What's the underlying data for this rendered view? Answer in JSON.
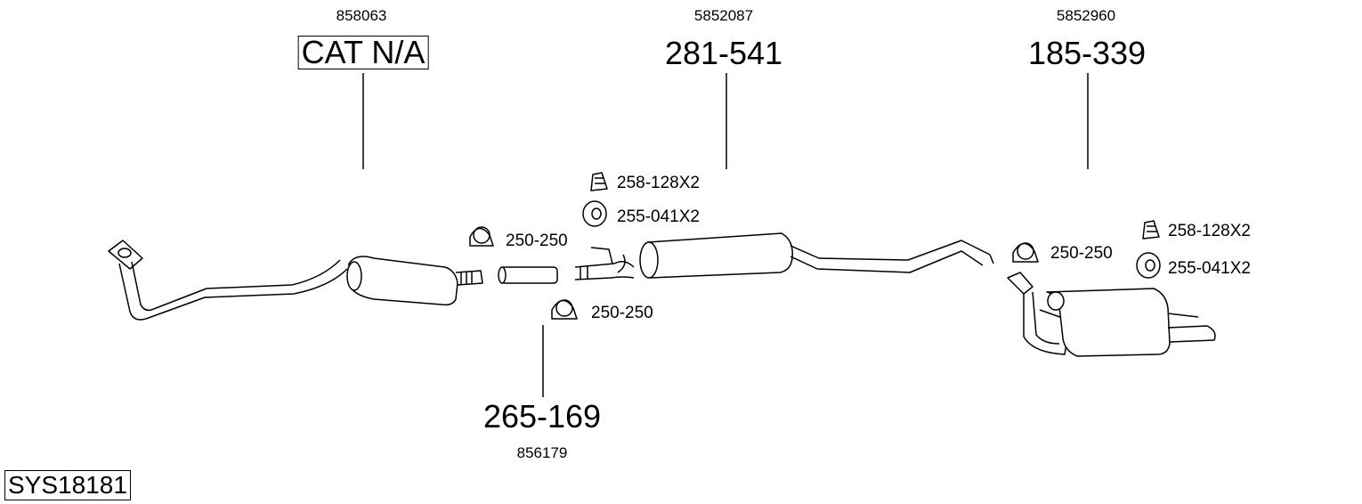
{
  "diagram": {
    "system_code": "SYS18181",
    "groups": [
      {
        "oem": "858063",
        "part": "CAT N/A"
      },
      {
        "oem": "5852087",
        "part": "281-541"
      },
      {
        "oem": "5852960",
        "part": "185-339"
      },
      {
        "oem": "856179",
        "part": "265-169"
      }
    ],
    "fittings": [
      {
        "label": "258-128X2",
        "icon": "rubber-hanger-icon"
      },
      {
        "label": "255-041X2",
        "icon": "rubber-ring-icon"
      },
      {
        "label": "250-250",
        "icon": "clamp-icon"
      },
      {
        "label": "250-250",
        "icon": "clamp-icon"
      },
      {
        "label": "250-250",
        "icon": "clamp-icon"
      },
      {
        "label": "258-128X2",
        "icon": "rubber-hanger-icon"
      },
      {
        "label": "255-041X2",
        "icon": "rubber-ring-icon"
      }
    ]
  }
}
